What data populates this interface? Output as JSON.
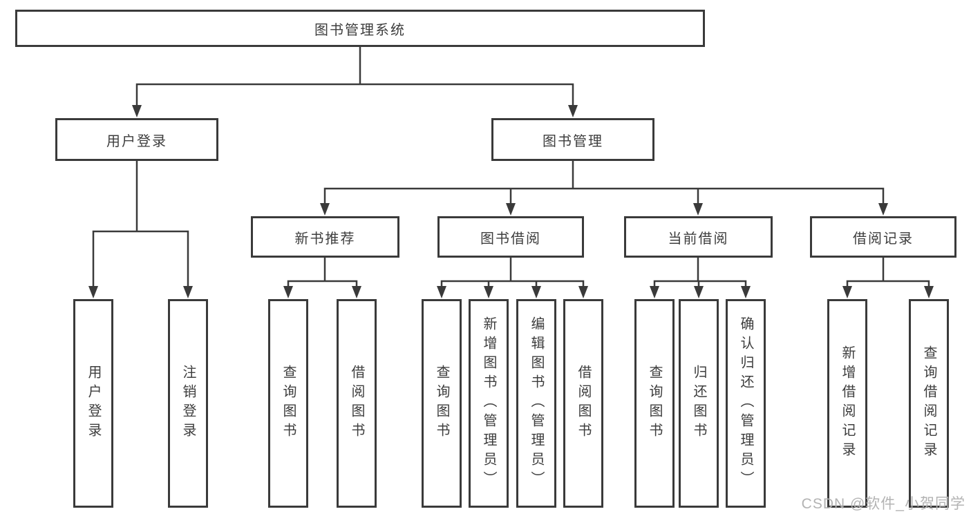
{
  "diagram": {
    "root": "图书管理系统",
    "level2": [
      "用户登录",
      "图书管理"
    ],
    "level3": [
      "新书推荐",
      "图书借阅",
      "当前借阅",
      "借阅记录"
    ],
    "leaves": {
      "login": [
        "用户登录",
        "注销登录"
      ],
      "recommend": [
        "查询图书",
        "借阅图书"
      ],
      "borrow": [
        "查询图书",
        "新增图书（管理员）",
        "编辑图书（管理员）",
        "借阅图书"
      ],
      "current": [
        "查询图书",
        "归还图书",
        "确认归还（管理员）"
      ],
      "records": [
        "新增借阅记录",
        "查询借阅记录"
      ]
    }
  },
  "watermark": {
    "text": "CSDN @软件_小贺同学"
  },
  "colors": {
    "line": "#3a3a3a",
    "box_border": "#3a3a3a",
    "text": "#3d3d3d",
    "watermark": "#b3b3b3",
    "background": "#ffffff"
  }
}
